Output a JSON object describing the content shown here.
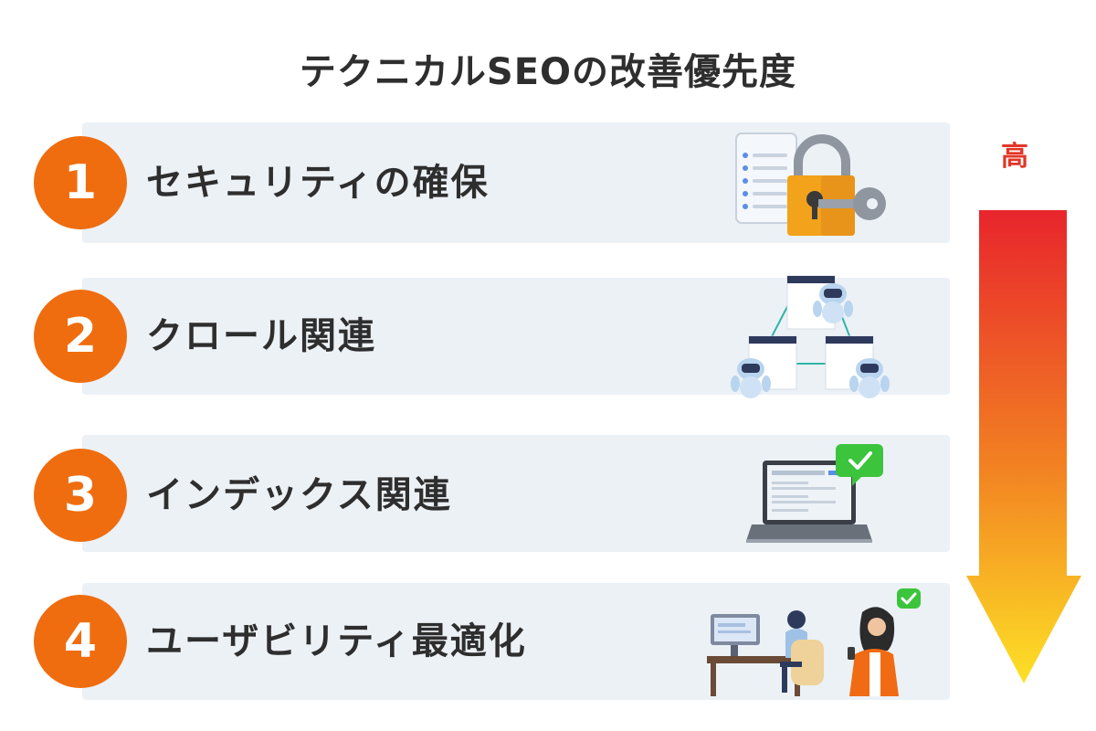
{
  "title": "テクニカルSEOの改善優先度",
  "items": [
    {
      "number": "1",
      "label": "セキュリティの確保",
      "icon": "lock-key-icon"
    },
    {
      "number": "2",
      "label": "クロール関連",
      "icon": "crawler-robot-network-icon"
    },
    {
      "number": "3",
      "label": "インデックス関連",
      "icon": "laptop-check-icon"
    },
    {
      "number": "4",
      "label": "ユーザビリティ最適化",
      "icon": "users-devices-icon"
    }
  ],
  "priority": {
    "label": "高"
  },
  "colors": {
    "badge": "#ef6d0f",
    "row_background": "#ecf1f6",
    "arrow_top": "#e8252c",
    "arrow_bottom": "#fde126",
    "check_green": "#3cc43c"
  }
}
